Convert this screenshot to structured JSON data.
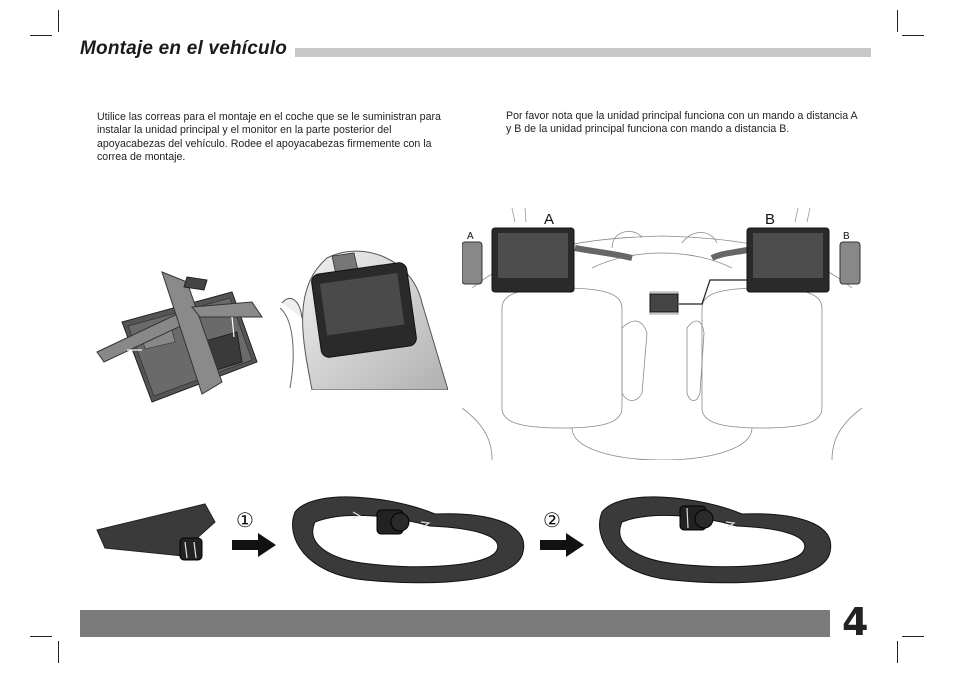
{
  "page": {
    "title": "Montaje en el vehículo",
    "page_number": "4"
  },
  "instructions": {
    "left": "Utilice las correas para el montaje en el coche que se le suministran para instalar la unidad principal y el monitor en la parte posterior del apoyacabezas del vehículo. Rodee el apoyacabezas firmemente con la correa de montaje.",
    "right": "Por favor nota que la unidad principal funciona con un mando a distancia A y B de la unidad principal funciona con mando a distancia B."
  },
  "car_figure": {
    "screen_a_label": "A",
    "screen_b_label": "B",
    "remote_a_label": "A",
    "remote_b_label": "B"
  },
  "strap_steps": {
    "step1": "①",
    "step2": "②"
  }
}
